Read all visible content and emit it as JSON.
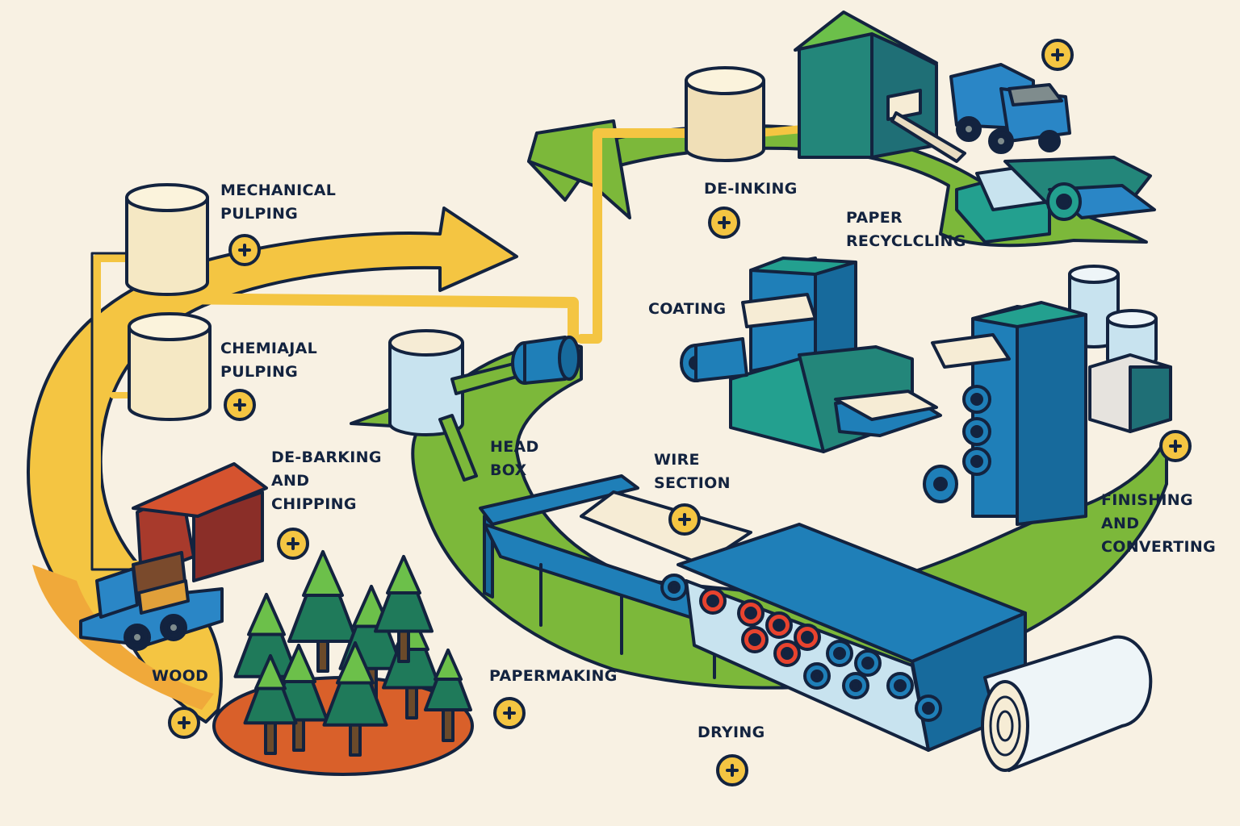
{
  "diagram": {
    "title": "Paper production and recycling process",
    "colors": {
      "background": "#f8f1e3",
      "outline": "#13233f",
      "pulp_arrow": "#f4c542",
      "recycle_arrow": "#7cb83a",
      "machine_blue": "#1f7fb8",
      "machine_teal": "#23867a",
      "badge": "#f4c542",
      "roller_red": "#e8432e"
    },
    "stages": [
      {
        "id": "mechanical-pulping",
        "lines": [
          "MECHANICAL",
          "PULPING"
        ],
        "icon": "plus-icon"
      },
      {
        "id": "chemical-pulping",
        "lines": [
          "CHEMIAJAL",
          "PULPING"
        ],
        "icon": "plus-icon"
      },
      {
        "id": "debarking-chipping",
        "lines": [
          "DE-BARKING",
          "AND",
          "CHIPPING"
        ],
        "icon": "plus-icon"
      },
      {
        "id": "wood",
        "lines": [
          "WOOD"
        ],
        "icon": "plus-icon"
      },
      {
        "id": "head-box",
        "lines": [
          "HEAD",
          "BOX"
        ]
      },
      {
        "id": "wire-section",
        "lines": [
          "WIRE",
          "SECTION"
        ],
        "icon": "plus-icon"
      },
      {
        "id": "papermaking",
        "lines": [
          "PAPERMAKING"
        ],
        "icon": "plus-icon"
      },
      {
        "id": "drying",
        "lines": [
          "DRYING"
        ],
        "icon": "plus-icon"
      },
      {
        "id": "coating",
        "lines": [
          "COATING"
        ]
      },
      {
        "id": "finishing-converting",
        "lines": [
          "FINISHING",
          "AND",
          "CONVERTING"
        ],
        "icon": "plus-icon"
      },
      {
        "id": "de-inking",
        "lines": [
          "DE-INKING"
        ],
        "icon": "plus-icon"
      },
      {
        "id": "paper-recycling",
        "lines": [
          "PAPER",
          "RECYCLCLING"
        ],
        "icon": "plus-icon"
      }
    ]
  }
}
